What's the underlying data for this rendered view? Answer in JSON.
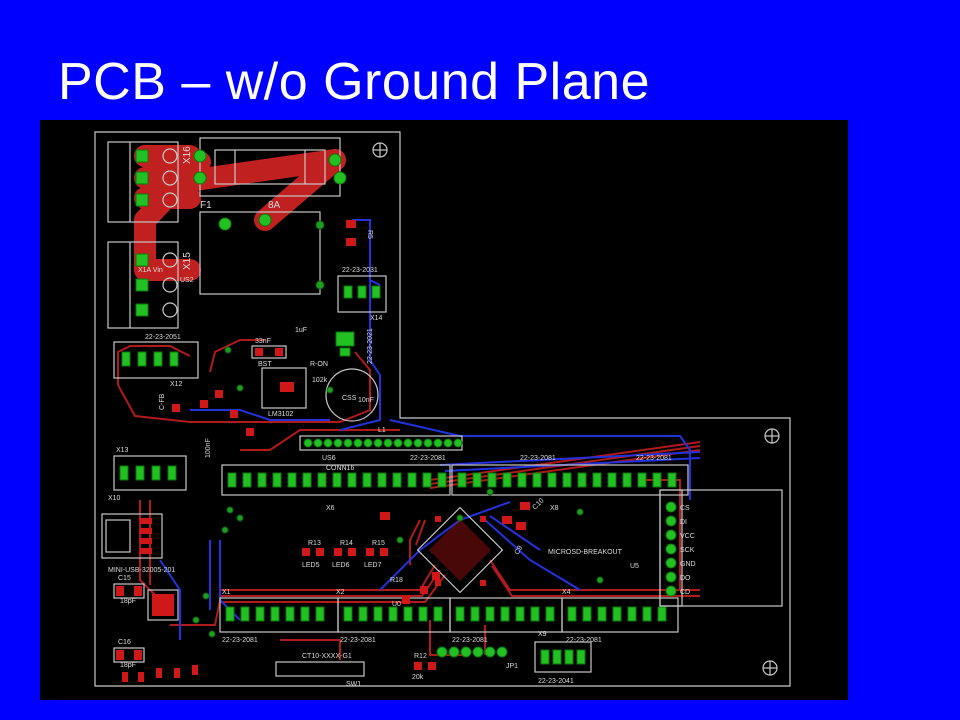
{
  "slide": {
    "title": "PCB – w/o Ground Plane"
  },
  "board_labels": {
    "x16": "X16",
    "x15": "X15",
    "f1": "F1",
    "f1_value": "8A",
    "r5": "R5",
    "conn_22_23_2031": "22-23-2031",
    "x14": "X14",
    "conn_22_23_2021": "22-23-2021",
    "x1a_vin": "X1A Vin",
    "us2": "US2",
    "conn_22_23_2051": "22-23-2051",
    "x12": "X12",
    "c_33nf": "33nF",
    "c_1uf": "1uF",
    "bst": "BST",
    "r_on": "R-ON",
    "r_102k": "102k",
    "css": "CSS",
    "css_value": "10nF",
    "lm": "LM3102",
    "c_fb": "C-FB",
    "c_100nf": "100nF",
    "l1": "L1",
    "conn16": "CONN16",
    "us6": "US6",
    "x13": "X13",
    "x10": "X10",
    "mini_usb": "MINI-USB-32005-201",
    "c15": "C15",
    "c15_value": "18pF",
    "c16": "C16",
    "c16_value": "18pF",
    "c_22_23_2081_a": "22-23-2081",
    "c_22_23_2081_b": "22-23-2081",
    "c_22_23_2081_c": "22-23-2081",
    "c_22_23_2081_d": "22-23-2081",
    "c_22_23_2081_e": "22-23-2081",
    "c_22_23_2081_f": "22-23-2081",
    "c_22_23_2081_g": "22-23-2081",
    "c_22_23_2041": "22-23-2041",
    "x1": "X1",
    "x2": "X2",
    "x4": "X4",
    "x6": "X6",
    "x8": "X8",
    "x9": "X9",
    "r13": "R13",
    "r14": "R14",
    "r15": "R15",
    "led5": "LED5",
    "led6": "LED6",
    "led7": "LED7",
    "ct10": "CT10-XXXX-G1",
    "sw1": "SW1",
    "r12": "R12",
    "r12_value": "20k",
    "jp1": "JP1",
    "microsd_breakout": "MICROSD-BREAKOUT",
    "u5": "U5",
    "sd_pins": [
      "CS",
      "DI",
      "VCC",
      "SCK",
      "GND",
      "DO",
      "CD"
    ],
    "u0": "U0",
    "r18": "R18",
    "c9": "C9",
    "c10": "C10"
  },
  "colors": {
    "slide_background": "#0000fe",
    "board_background": "#000000",
    "top_copper": "#c02020",
    "bottom_copper": "#2233dd",
    "pad": "#22c022",
    "silkscreen": "#c8c8c8"
  }
}
